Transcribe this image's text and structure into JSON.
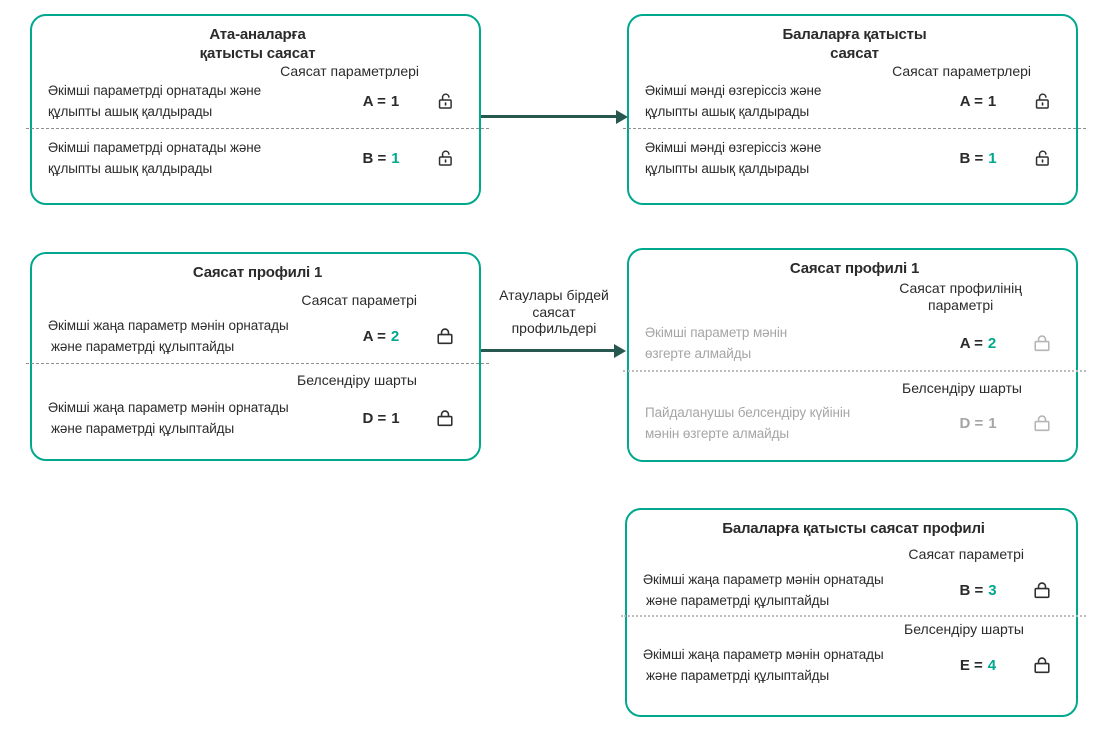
{
  "colors": {
    "card_border_teal": "#00a88e",
    "value_accent_teal": "#00a88e",
    "arrow_dark_teal": "#27584f",
    "disabled_gray_text": "#a5a5a5"
  },
  "boxes": {
    "parents": {
      "title1": "Ата-аналарға",
      "title2": "қатысты саясат",
      "header1": "Саясат параметрлері",
      "row1": {
        "line1": "Әкімші параметрді орнатады және",
        "line2": "құлыпты ашық қалдырады",
        "label": "A =",
        "value": "1",
        "lock": "unlocked"
      },
      "row2": {
        "line1": "Әкімші параметрді орнатады және",
        "line2": "құлыпты ашық қалдырады",
        "label": "B =",
        "value": "1",
        "lock": "unlocked"
      }
    },
    "children": {
      "title1": "Балаларға қатысты",
      "title2": "саясат",
      "header1": "Саясат параметрлері",
      "row1": {
        "line1": "Әкімші мәнді өзгеріссіз және",
        "line2": "құлыпты ашық қалдырады",
        "label": "A =",
        "value": "1",
        "lock": "unlocked"
      },
      "row2": {
        "line1": "Әкімші мәнді өзгеріссіз және",
        "line2": "құлыпты ашық қалдырады",
        "label": "B =",
        "value": "1",
        "lock": "unlocked"
      }
    },
    "profile1_left": {
      "title1": "Саясат профилі 1",
      "header1": "Саясат параметрі",
      "row1": {
        "line1": "Әкімші жаңа параметр мәнін орнатады",
        "line2": "және параметрді құлыптайды",
        "label": "A =",
        "value": "2",
        "lock": "locked"
      },
      "header2": "Белсендіру шарты",
      "row2": {
        "line1": "Әкімші жаңа параметр мәнін орнатады",
        "line2": "және параметрді құлыптайды",
        "label": "D =",
        "value": "1",
        "lock": "locked"
      }
    },
    "profile1_right": {
      "title1": "Саясат профилі 1",
      "header1a": "Саясат профилінің",
      "header1b": "параметрі",
      "row1": {
        "line1": "Әкімші параметр мәнін",
        "line2": "өзгерте алмайды",
        "label": "A =",
        "value": "2",
        "lock": "locked",
        "state": "disabled"
      },
      "header2": "Белсендіру шарты",
      "row2": {
        "line1": "Пайдаланушы белсендіру күйінін",
        "line2": "мәнін өзгерте алмайды",
        "label": "D =",
        "value": "1",
        "lock": "locked",
        "state": "disabled"
      }
    },
    "children_profile": {
      "title1": "Балаларға қатысты саясат профилі",
      "header1": "Саясат параметрі",
      "row1": {
        "line1": "Әкімші жаңа параметр мәнін орнатады",
        "line2": "және параметрді құлыптайды",
        "label": "B =",
        "value": "3",
        "lock": "locked"
      },
      "header2": "Белсендіру шарты",
      "row2": {
        "line1": "Әкімші жаңа параметр мәнін орнатады",
        "line2": "және параметрді құлыптайды",
        "label": "E =",
        "value": "4",
        "lock": "locked"
      }
    }
  },
  "arrow_label": {
    "line1": "Атаулары бірдей",
    "line2": "саясат",
    "line3": "профильдері"
  }
}
